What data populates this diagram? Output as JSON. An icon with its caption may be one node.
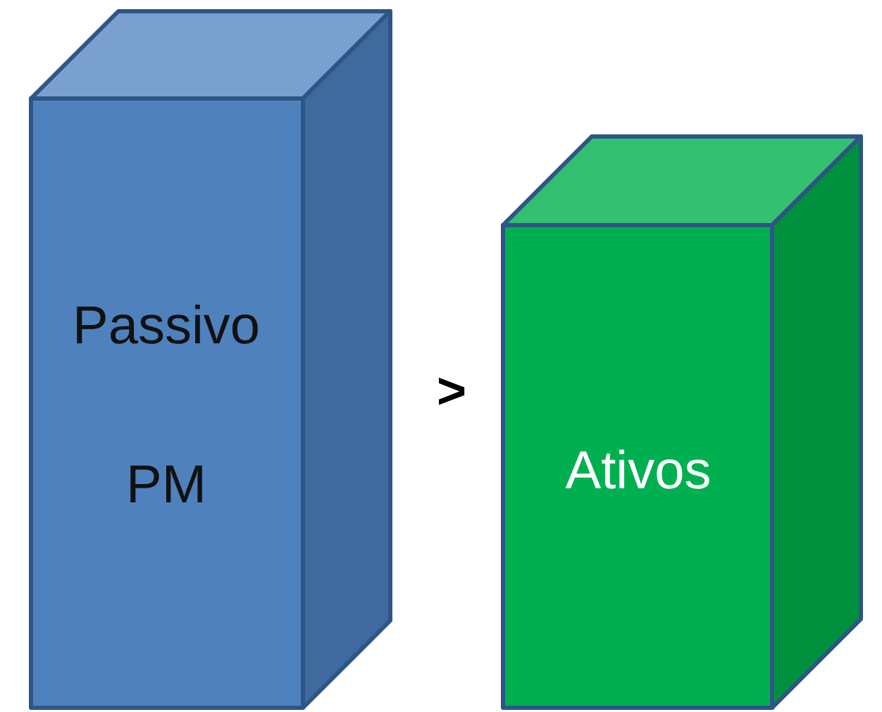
{
  "diagram": {
    "nodes": [
      {
        "text": [
          "Passivo",
          "PM"
        ]
      },
      {
        "text": [
          "Ativos"
        ]
      }
    ],
    "labels": [
      ">"
    ]
  }
}
